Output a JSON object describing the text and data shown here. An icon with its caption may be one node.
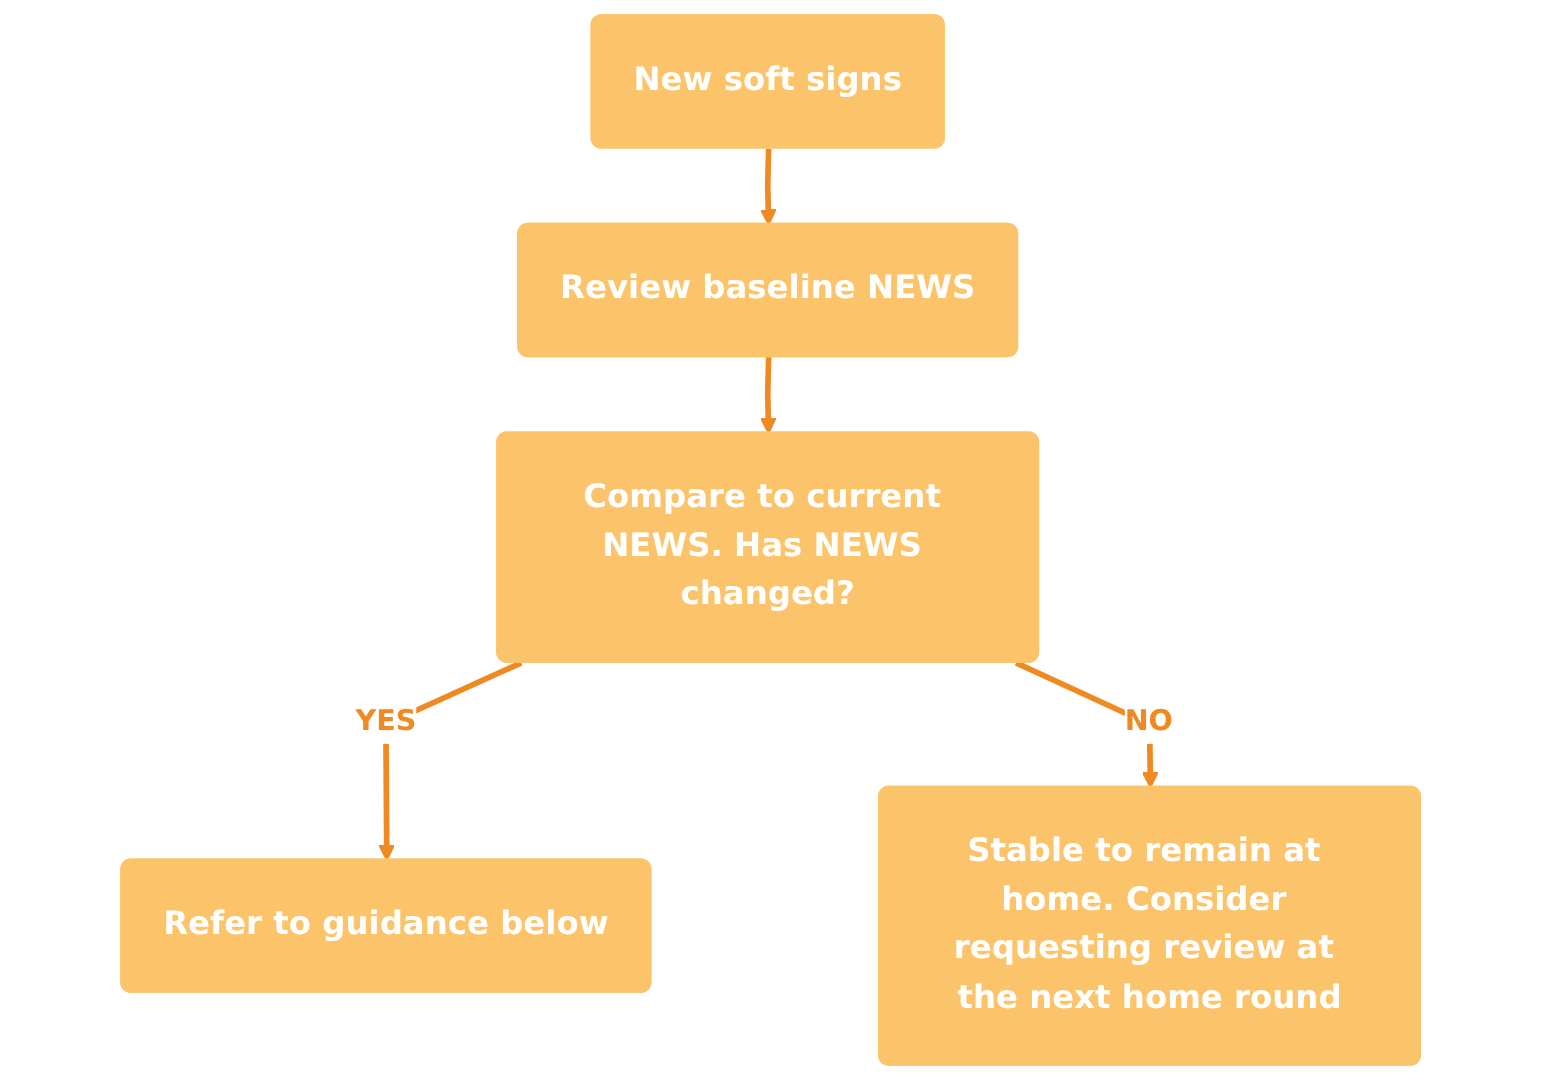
{
  "diagram": {
    "nodes": [
      {
        "text": [
          "New soft signs"
        ]
      },
      {
        "text": [
          "Review baseline NEWS"
        ]
      },
      {
        "text": [
          "Compare to current NEWS. Has NEWS changed?"
        ]
      },
      {
        "text": [
          "Refer to guidance below"
        ]
      },
      {
        "text": [
          "Stable to remain at home. Consider requesting review at the next home round"
        ]
      }
    ],
    "edges": [
      {
        "from": 0,
        "to": 1,
        "arrow": "to"
      },
      {
        "from": 1,
        "to": 2,
        "arrow": "to"
      },
      {
        "from": 2,
        "to": 3,
        "arrow": "to",
        "label": "YES"
      },
      {
        "from": 2,
        "to": 4,
        "arrow": "to",
        "label": "NO"
      }
    ]
  }
}
